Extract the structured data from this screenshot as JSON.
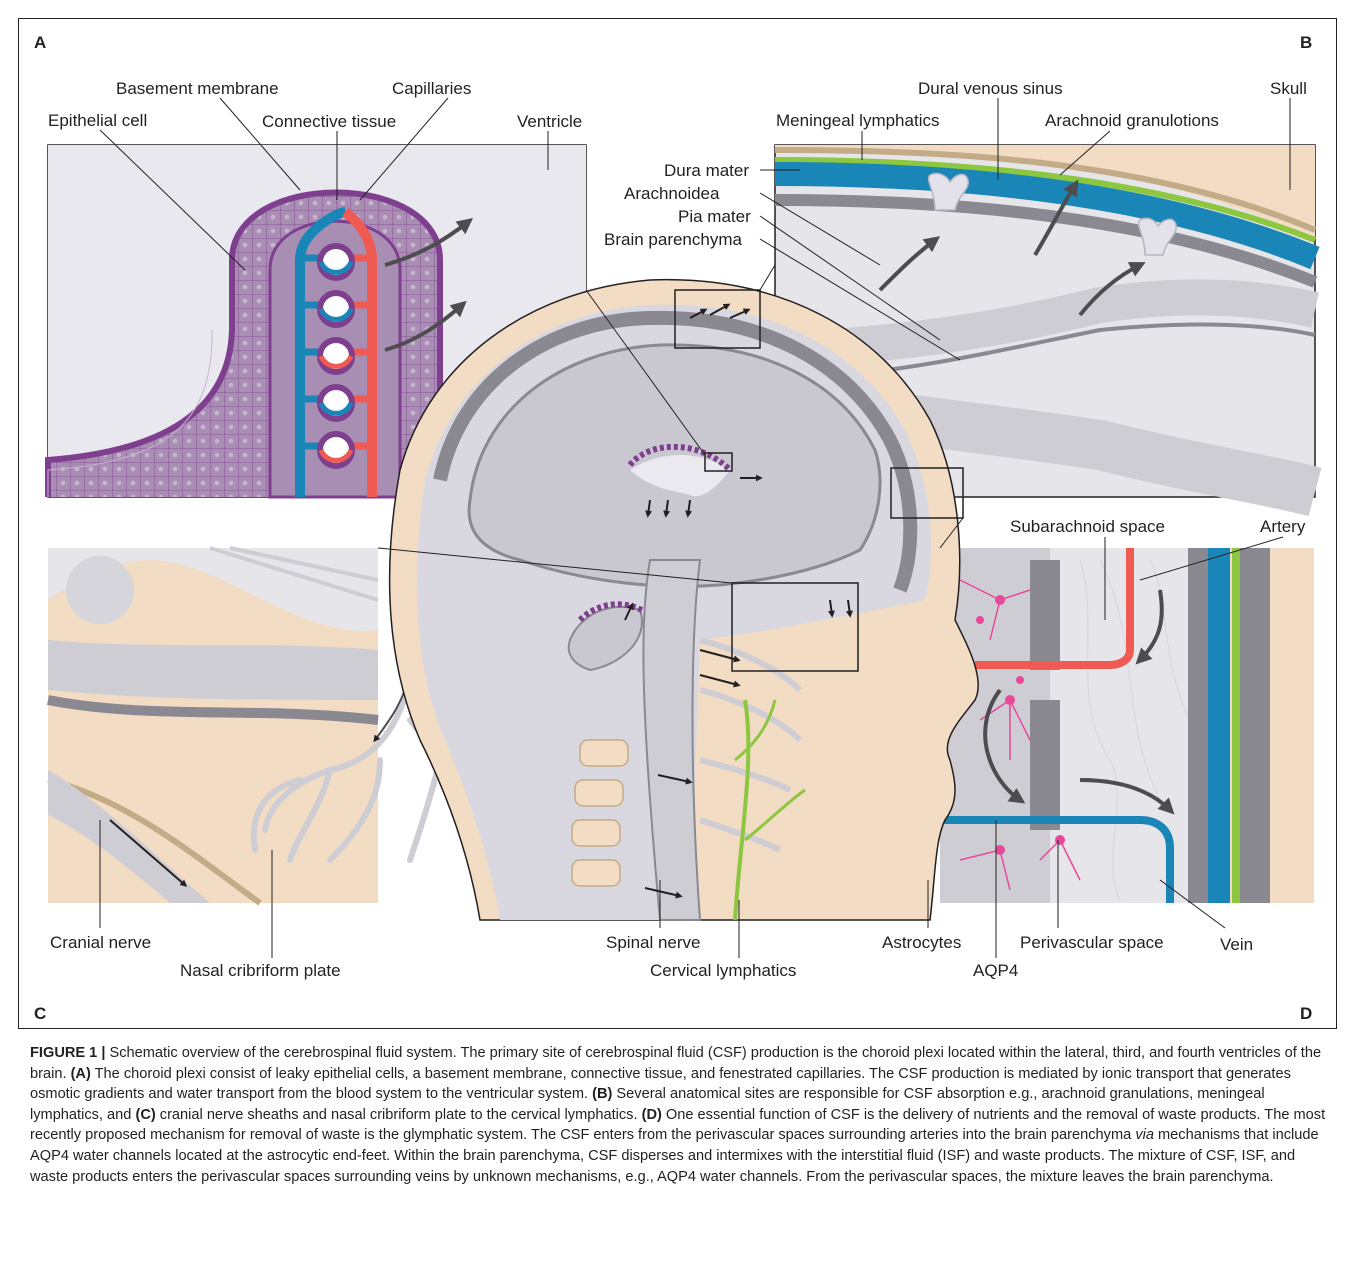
{
  "figure": {
    "panel_letters": {
      "A": "A",
      "B": "B",
      "C": "C",
      "D": "D"
    },
    "labels": {
      "basement_membrane": "Basement membrane",
      "capillaries": "Capillaries",
      "epithelial_cell": "Epithelial cell",
      "connective_tissue": "Connective tissue",
      "ventricle": "Ventricle",
      "dural_venous_sinus": "Dural venous sinus",
      "skull": "Skull",
      "meningeal_lymphatics": "Meningeal lymphatics",
      "arachnoid_granulations": "Arachnoid granulotions",
      "dura_mater": "Dura mater",
      "arachnoidea": "Arachnoidea",
      "pia_mater": "Pia mater",
      "brain_parenchyma": "Brain parenchyma",
      "subarachnoid_space": "Subarachnoid space",
      "artery": "Artery",
      "cranial_nerve": "Cranial nerve",
      "nasal_cribriform_plate": "Nasal cribriform plate",
      "spinal_nerve": "Spinal nerve",
      "cervical_lymphatics": "Cervical lymphatics",
      "astrocytes": "Astrocytes",
      "aqp4": "AQP4",
      "perivascular_space": "Perivascular space",
      "vein": "Vein"
    }
  },
  "caption": {
    "figure_label": "FIGURE 1 |",
    "intro": " Schematic overview of the cerebrospinal fluid system. The primary site of cerebrospinal fluid (CSF) production is the choroid plexi located within the lateral, third, and fourth ventricles of the brain. ",
    "a_tag": "(A)",
    "a_text": " The choroid plexi consist of leaky epithelial cells, a basement membrane, connective tissue, and fenestrated capillaries. The CSF production is mediated by ionic transport that generates osmotic gradients and water transport from the blood system to the ventricular system. ",
    "b_tag": "(B)",
    "b_text": " Several anatomical sites are responsible for CSF absorption e.g., arachnoid granulations, meningeal lymphatics, and ",
    "c_tag": "(C)",
    "c_text": " cranial nerve sheaths and nasal cribriform plate to the cervical lymphatics. ",
    "d_tag": "(D)",
    "d_text": " One essential function of CSF is the delivery of nutrients and the removal of waste products. The most recently proposed mechanism for removal of waste is the glymphatic system. The CSF enters from the perivascular spaces surrounding arteries into the brain parenchyma ",
    "via": "via",
    "d_text2": " mechanisms that include AQP4 water channels located at the astrocytic end-feet. Within the brain parenchyma, CSF disperses and intermixes with the interstitial fluid (ISF) and waste products. The mixture of CSF, ISF, and waste products enters the perivascular spaces surrounding veins by unknown mechanisms, e.g., AQP4 water channels. From the perivascular spaces, the mixture leaves the brain parenchyma."
  },
  "colors": {
    "blue": "#1a86b8",
    "red": "#ef5a52",
    "purple": "#7e3f8f",
    "lilac": "#a98eb4",
    "beige": "#f2dcc4",
    "tan": "#c2ab86",
    "grey": "#cfcdd4",
    "darkgrey": "#8a8891",
    "green": "#8dc63f",
    "pink": "#e8489a"
  }
}
